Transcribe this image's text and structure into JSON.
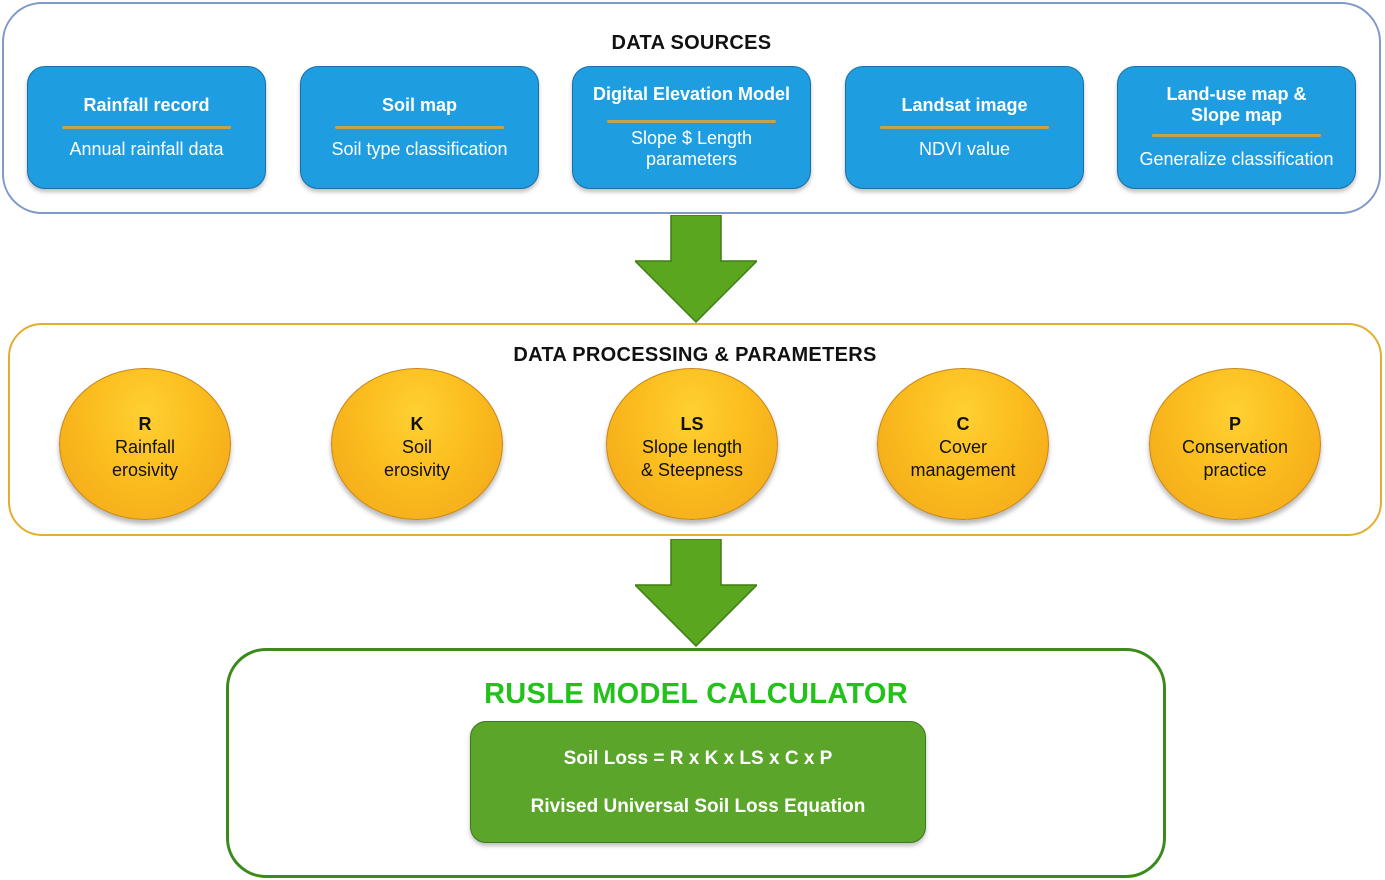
{
  "sources": {
    "title": "DATA SOURCES",
    "items": [
      {
        "title": "Rainfall record",
        "subtitle": "Annual rainfall data"
      },
      {
        "title": "Soil map",
        "subtitle": "Soil type classification"
      },
      {
        "title": "Digital Elevation Model",
        "subtitle_line1": "Slope $ Length",
        "subtitle_line2": "parameters"
      },
      {
        "title": "Landsat image",
        "subtitle": "NDVI value"
      },
      {
        "title_line1": "Land-use map &",
        "title_line2": "Slope map",
        "subtitle": "Generalize classification"
      }
    ]
  },
  "processing": {
    "title": "DATA PROCESSING & PARAMETERS",
    "params": [
      {
        "symbol": "R",
        "line1": "Rainfall",
        "line2": "erosivity"
      },
      {
        "symbol": "K",
        "line1": "Soil",
        "line2": "erosivity"
      },
      {
        "symbol": "LS",
        "line1": "Slope length",
        "line2": "& Steepness"
      },
      {
        "symbol": "C",
        "line1": "Cover",
        "line2": "management"
      },
      {
        "symbol": "P",
        "line1": "Conservation",
        "line2": "practice"
      }
    ]
  },
  "model": {
    "title": "RUSLE MODEL CALCULATOR",
    "equation": "Soil Loss = R x K x LS x C x P",
    "name": "Rivised Universal Soil Loss Equation"
  },
  "colors": {
    "source_card": "#1e9ee0",
    "param_circle": "#fbbd1e",
    "arrow": "#5aa61f",
    "model_title": "#22c21a",
    "model_card": "#5aa52a"
  }
}
